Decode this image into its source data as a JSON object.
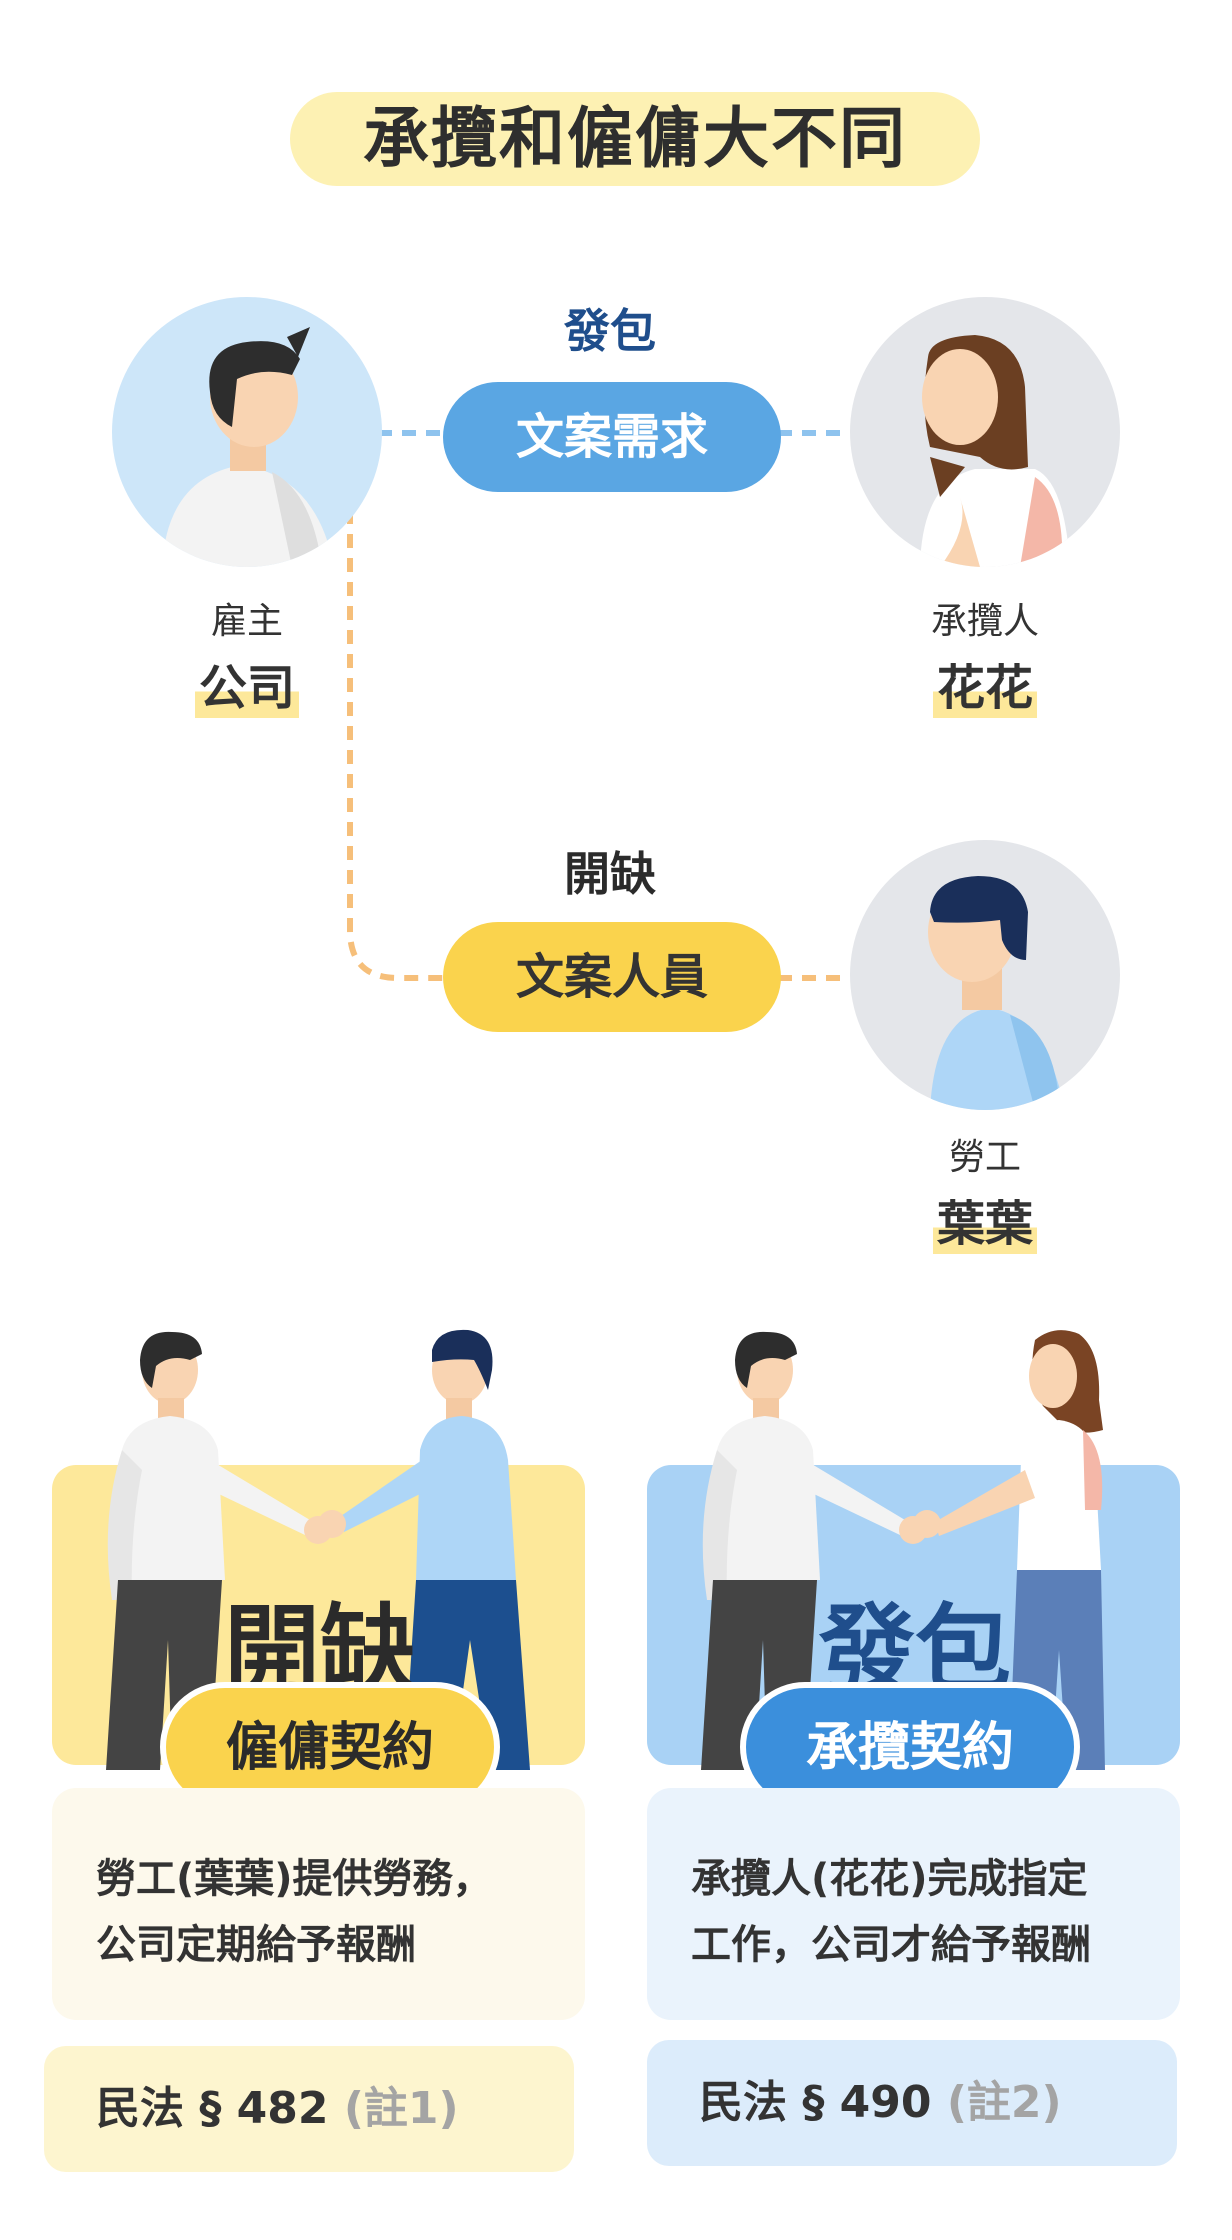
{
  "title": "承攬和僱傭大不同",
  "diagram": {
    "dispatch": {
      "action": "發包",
      "pill": "文案需求"
    },
    "hire": {
      "action": "開缺",
      "pill": "文案人員"
    },
    "employer": {
      "role": "雇主",
      "name": "公司"
    },
    "contractor": {
      "role": "承攬人",
      "name": "花花"
    },
    "worker": {
      "role": "勞工",
      "name": "葉葉"
    }
  },
  "cards": {
    "employment": {
      "heading": "開缺",
      "badge": "僱傭契約",
      "desc_line1": "勞工(葉葉)提供勞務，",
      "desc_line2": "公司定期給予報酬",
      "law": "民法 § 482",
      "note": "(註1)"
    },
    "contract": {
      "heading": "發包",
      "badge": "承攬契約",
      "desc_line1": "承攬人(花花)完成指定",
      "desc_line2": "工作，公司才給予報酬",
      "law": "民法 § 490",
      "note": "(註2)"
    }
  },
  "colors": {
    "blue_accent": "#5aa6e3",
    "yellow_accent": "#fad34d",
    "dark_blue_text": "#1f4e8c"
  }
}
